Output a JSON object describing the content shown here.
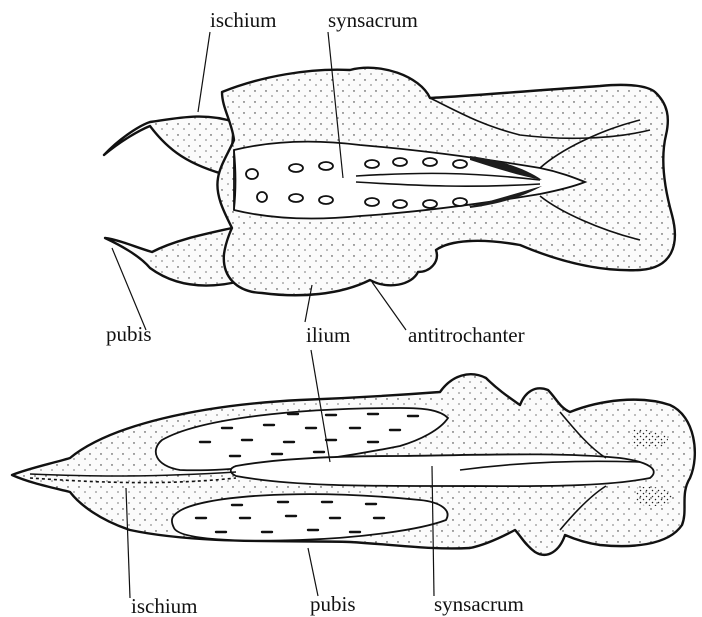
{
  "figure": {
    "top_view": {
      "labels": {
        "ischium": "ischium",
        "synsacrum": "synsacrum",
        "pubis": "pubis",
        "ilium": "ilium",
        "antitrochanter": "antitrochanter"
      }
    },
    "bottom_view": {
      "labels": {
        "ischium": "ischium",
        "pubis": "pubis",
        "synsacrum": "synsacrum"
      }
    },
    "colors": {
      "ink": "#111111",
      "paper": "#ffffff"
    }
  }
}
